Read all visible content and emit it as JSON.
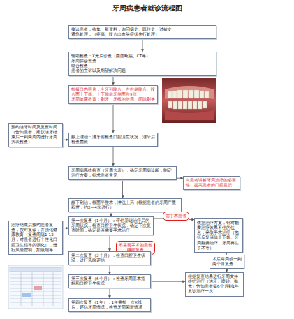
{
  "diagram": {
    "title": "牙周病患者就诊流程图",
    "nodes": [
      {
        "text": [
          "接诊患者，收集一般资料：询问病史、既往史、过敏史",
          "紧急处理：（疼痛、咬合出血等症状先行处理）"
        ]
      },
      {
        "text": [
          "辅助检查：X光片诊查（曲面断层、CT等）",
          "牙周探诊检查",
          "咬合检查",
          "患者的主诉以及期望解决问题"
        ]
      },
      {
        "text": [
          "拍摄口内照片：全牙列咬合、左右侧咬合、咬合面上下颌、上下颌前牙侧面共9张",
          "牙周健康教育：刷牙、牙线的使用、间隙刷等"
        ]
      },
      {
        "text": [
          "预约洁牙时间及复查时间（告知患者，建议洁牙结束后一到两周内进行牙周大表检查）"
        ]
      },
      {
        "text": [
          "龈上洁治：洁牙前检查口腔卫生状况，洁牙后检查菌斑"
        ]
      },
      {
        "text": [
          "牙周病系统检查（牙周大表）：确定牙周病诊断，制定治疗方案，征求患者意见"
        ]
      },
      {
        "text": [
          "向患者讲解牙周治疗的必要性，提高患者的口腔意识"
        ]
      },
      {
        "text": [
          "龈下刮治，根面平整术，冲洗上药（根据患者的牙周严重程度，约2—4次进行）"
        ]
      },
      {
        "text": [
          "治疗结束后预约患者复查，按时复诊，并强化健康教育（复查间隔1-12月，对患者进行个性化口腔卫生指导的强化），进行风险控制，如吸烟等"
        ]
      },
      {
        "text": [
          "第一次复查（1个月）：评估基础治疗后的牙周状况，检查口腔卫生状况，确定下次复查时间，确定是否需要手术治疗"
        ]
      },
      {
        "text": [
          "需手术患者"
        ]
      },
      {
        "text": [
          "依据治疗方案，针对翻瓣治疗效果不佳的位点，采取手术治疗（包括反复清除骨下袋、牙周翻瓣治疗、牙周再生手术等）"
        ]
      },
      {
        "text": [
          "不需要手术的患者继续复查"
        ]
      },
      {
        "text": [
          "第二次复查（3个月）：检查口腔卫生状况，进行风险评估"
        ]
      },
      {
        "text": [
          "术后每周或一到两个月复查"
        ]
      },
      {
        "text": [
          "第三次复查（6个月）：检查牙周基本指标和口腔卫生状况"
        ]
      },
      {
        "text": [
          "根据复查结果进行牙周支持维护治疗（洁牙、喷砂、抛光）告知患者每6个月到1年复诊治疗一次"
        ]
      },
      {
        "text": [
          "第四次复查（1年）：1年需拍一次X线片，评估牙周情况，检查牙周菌斑情况"
        ]
      }
    ],
    "edges": [
      {
        "from": 0,
        "to": 1,
        "arrow": "to"
      },
      {
        "from": 1,
        "to": 2,
        "arrow": "to"
      },
      {
        "from": 2,
        "to": 4,
        "arrow": "to"
      },
      {
        "from": 3,
        "to": 4,
        "arrow": "to"
      },
      {
        "from": 4,
        "to": 5,
        "arrow": "to"
      },
      {
        "from": 5,
        "to": 6,
        "arrow": "to"
      },
      {
        "from": 5,
        "to": 7,
        "arrow": "to"
      },
      {
        "from": 7,
        "to": 9,
        "arrow": "to"
      },
      {
        "from": 8,
        "to": 9,
        "arrow": "to"
      },
      {
        "from": 9,
        "to": 10,
        "arrow": "none"
      },
      {
        "from": 10,
        "to": 11,
        "arrow": "to"
      },
      {
        "from": 11,
        "to": 14,
        "arrow": "to"
      },
      {
        "from": 9,
        "to": 13,
        "arrow": "to"
      },
      {
        "from": 13,
        "to": 15,
        "arrow": "to"
      },
      {
        "from": 15,
        "to": 17,
        "arrow": "to"
      },
      {
        "from": 15,
        "to": 16,
        "arrow": "to"
      },
      {
        "from": 14,
        "to": 16,
        "arrow": "to"
      }
    ]
  }
}
